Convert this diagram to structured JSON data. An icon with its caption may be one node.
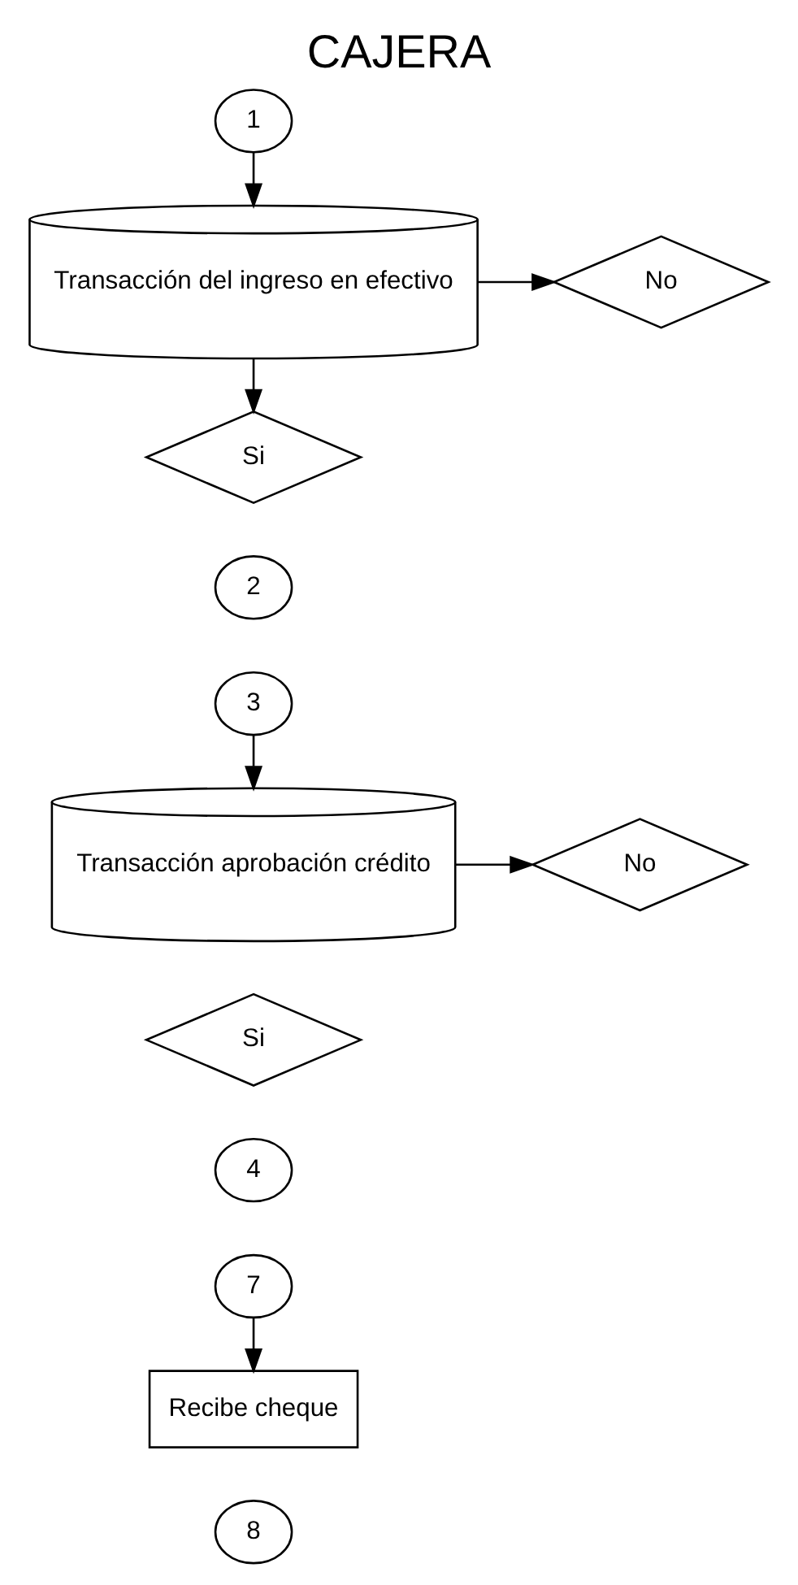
{
  "diagram": {
    "title": "CAJERA",
    "nodes": [
      {
        "text": [
          "1"
        ]
      },
      {
        "text": [
          "Transacción del ingreso en efectivo"
        ]
      },
      {
        "text": [
          "No"
        ]
      },
      {
        "text": [
          "Si"
        ]
      },
      {
        "text": [
          "2"
        ]
      },
      {
        "text": [
          "3"
        ]
      },
      {
        "text": [
          "Transacción aprobación crédito"
        ]
      },
      {
        "text": [
          "No"
        ]
      },
      {
        "text": [
          "Si"
        ]
      },
      {
        "text": [
          "4"
        ]
      },
      {
        "text": [
          "7"
        ]
      },
      {
        "text": [
          "Recibe cheque"
        ]
      },
      {
        "text": [
          "8"
        ]
      }
    ],
    "edges": [
      {
        "from": 0,
        "to": 1,
        "arrow": "to"
      },
      {
        "from": 1,
        "to": 2,
        "arrow": "to"
      },
      {
        "from": 1,
        "to": 3,
        "arrow": "to"
      },
      {
        "from": 5,
        "to": 6,
        "arrow": "to"
      },
      {
        "from": 6,
        "to": 7,
        "arrow": "to"
      },
      {
        "from": 10,
        "to": 11,
        "arrow": "to"
      }
    ]
  }
}
